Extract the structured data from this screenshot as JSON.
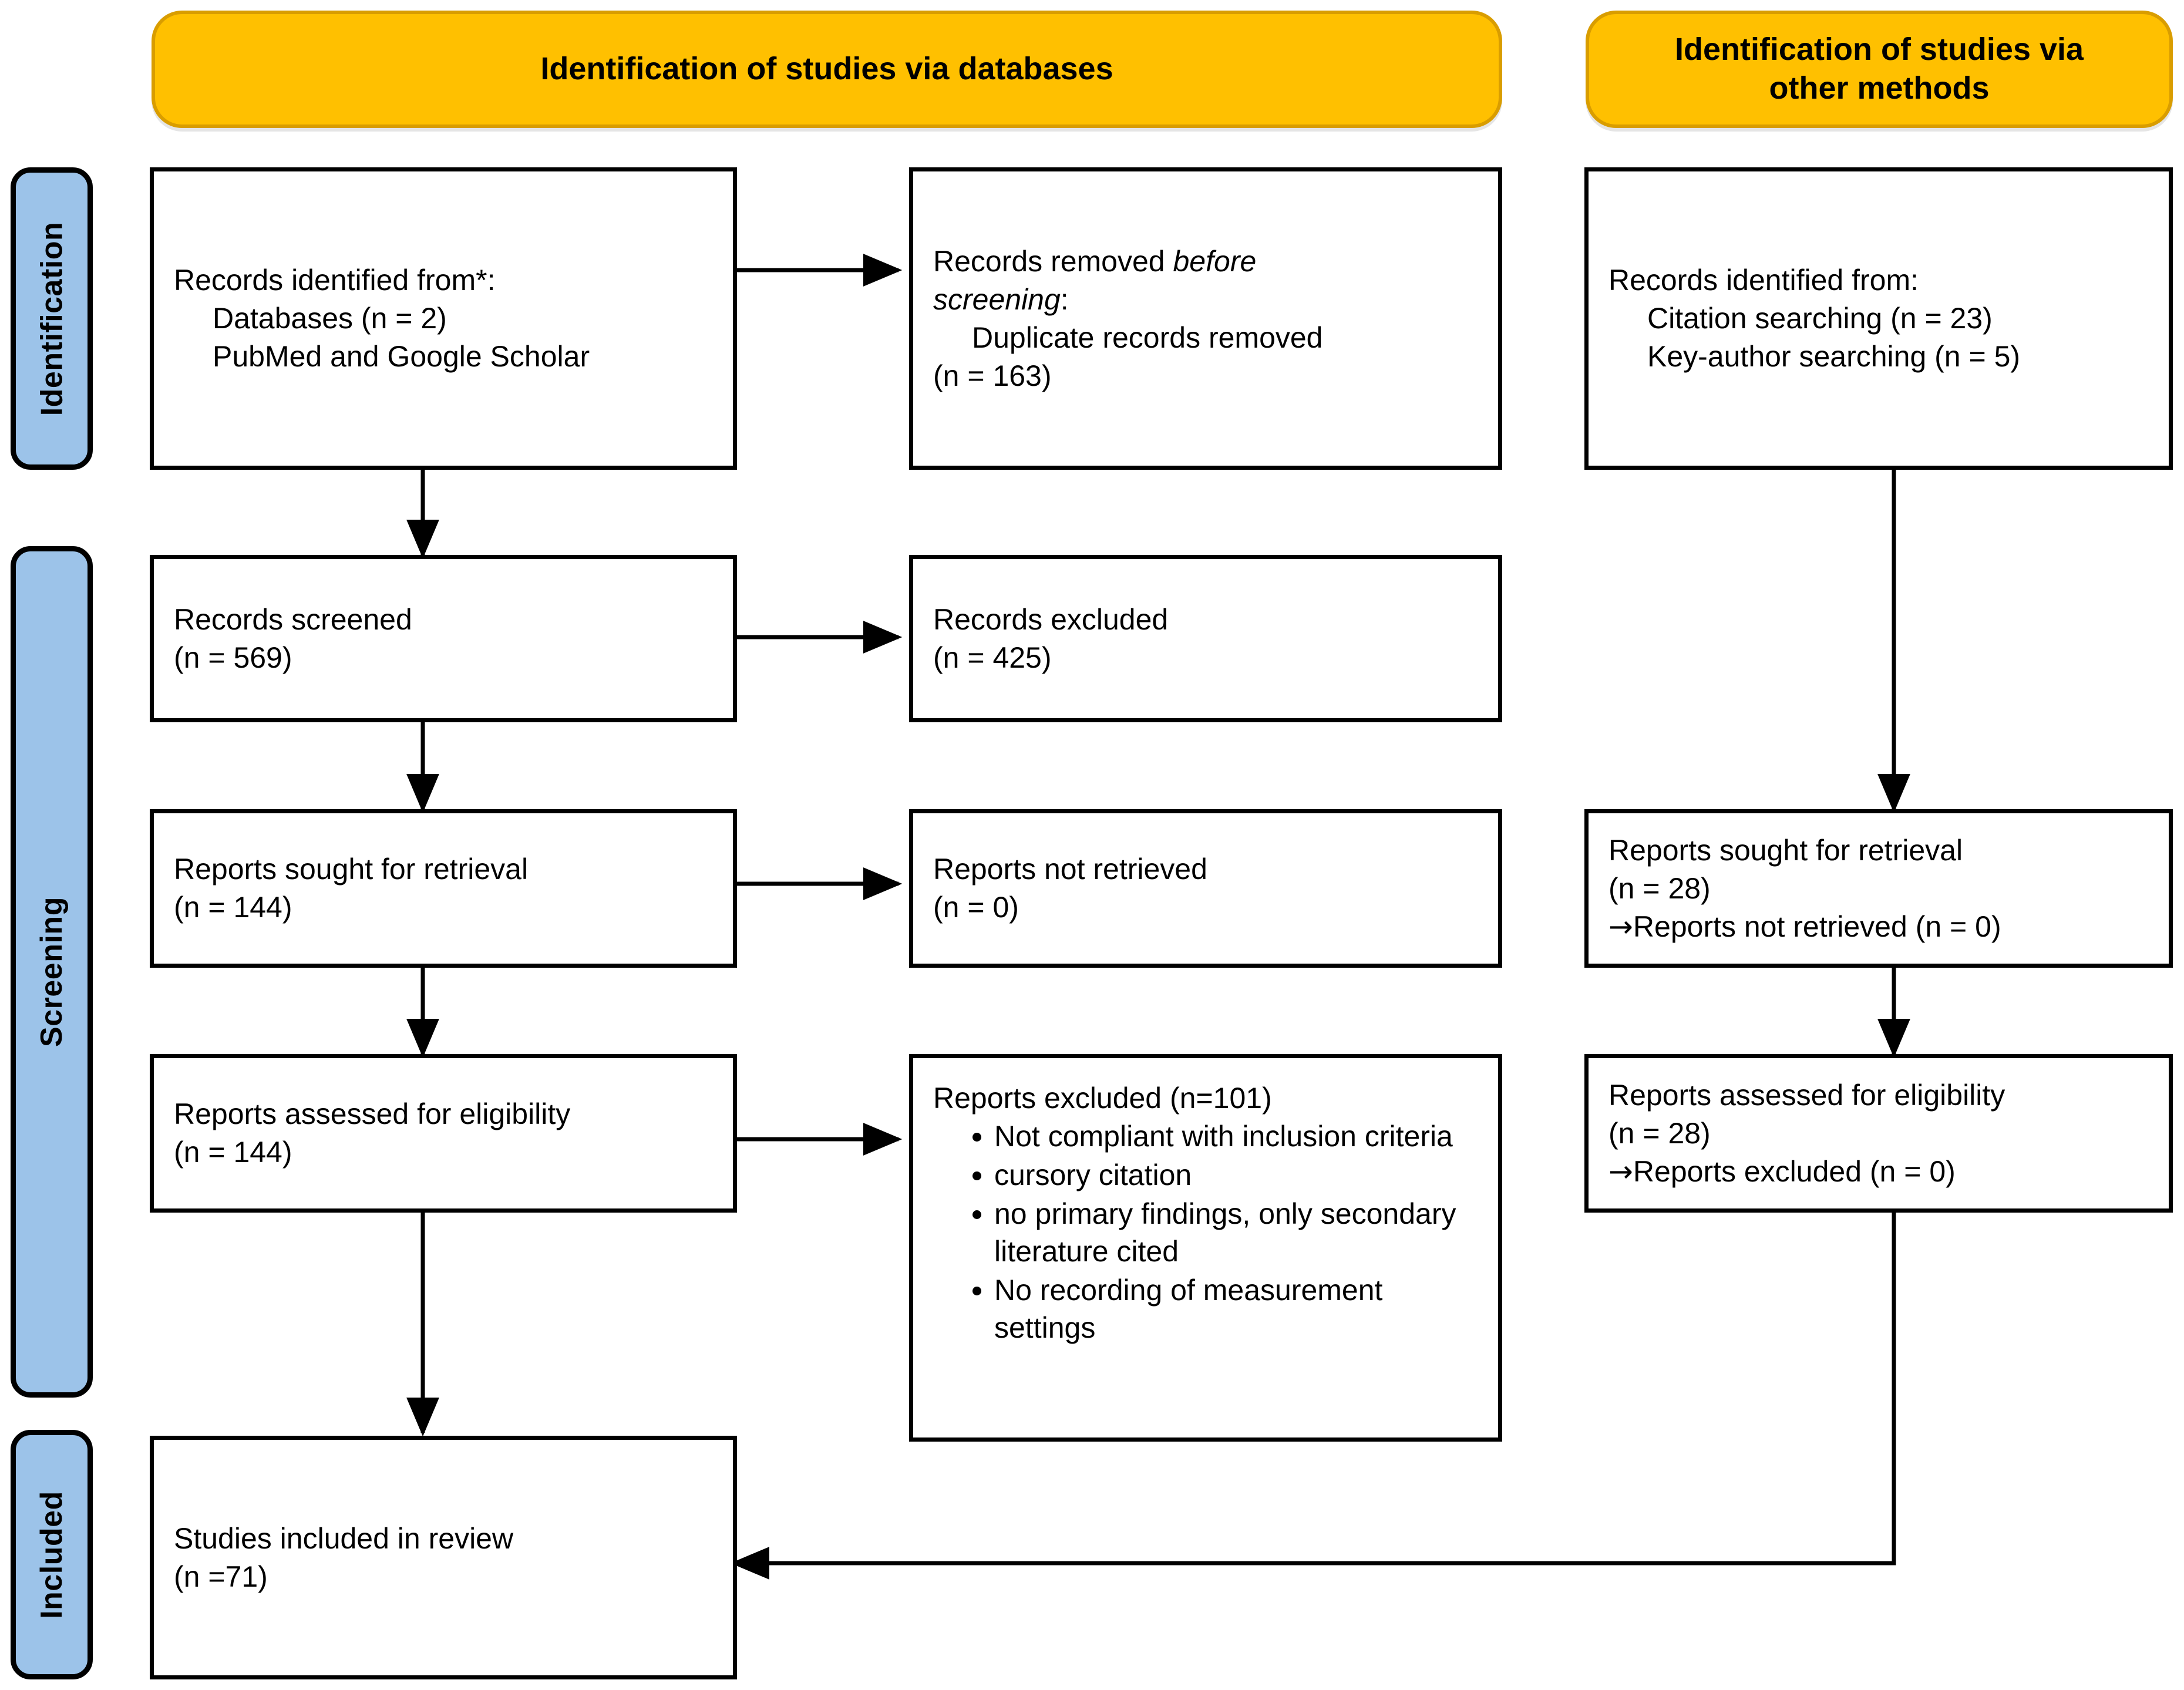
{
  "diagram": {
    "title": "PRISMA 2020 flow diagram",
    "colors": {
      "banner_fill": "#FFC000",
      "banner_stroke": "#D99D00",
      "stage_fill": "#9CC3E9",
      "box_stroke": "#000000",
      "text": "#000000",
      "background": "#FFFFFF"
    }
  },
  "banners": {
    "databases": "Identification of studies via databases",
    "other_methods": "Identification of studies via\nother methods"
  },
  "stages": [
    {
      "id": "identification",
      "label": "Identification"
    },
    {
      "id": "screening",
      "label": "Screening"
    },
    {
      "id": "included",
      "label": "Included"
    }
  ],
  "boxes": {
    "records_identified": {
      "line1": "Records identified from*:",
      "line2": "Databases (n = 2)",
      "line3": "PubMed and Google Scholar"
    },
    "records_removed": {
      "line1_pre": "Records removed ",
      "line1_italic": "before",
      "line2_italic": "screening",
      "line2_post": ":",
      "line3": "Duplicate records removed",
      "line4": "(n = 163)"
    },
    "records_screened": {
      "line1": "Records screened",
      "line2": "(n = 569)"
    },
    "records_excluded": {
      "line1": "Records excluded",
      "line2": "(n = 425)"
    },
    "reports_sought": {
      "line1": "Reports sought for retrieval",
      "line2": "(n = 144)"
    },
    "reports_not_retrieved": {
      "line1": "Reports not retrieved",
      "line2": "(n = 0)"
    },
    "reports_assessed": {
      "line1": "Reports assessed for eligibility",
      "line2": "(n = 144)"
    },
    "reports_excluded": {
      "heading": "Reports excluded (n=101)",
      "reasons": [
        "Not compliant with inclusion criteria",
        "cursory citation",
        "no primary findings, only secondary literature cited",
        "No recording of measurement settings"
      ]
    },
    "studies_included": {
      "line1": "Studies included in review",
      "line2": "(n =71)"
    },
    "other_records_identified": {
      "line1": "Records identified from:",
      "line2": "Citation searching (n = 23)",
      "line3": "Key-author searching (n = 5)"
    },
    "other_reports_sought": {
      "line1": "Reports sought for retrieval",
      "line2": "(n = 28)",
      "line3_arrow": "→",
      "line3": "Reports not retrieved (n = 0)"
    },
    "other_reports_assessed": {
      "line1": "Reports assessed for eligibility",
      "line2": "(n = 28)",
      "line3_arrow": "→",
      "line3": "Reports excluded (n = 0)"
    }
  },
  "flow_data": {
    "type": "flowchart",
    "columns": [
      "databases",
      "excluded-side",
      "other-methods"
    ],
    "counts": {
      "databases_searched": 2,
      "duplicates_removed": 163,
      "records_screened": 569,
      "records_excluded": 425,
      "reports_sought_db": 144,
      "reports_not_retrieved_db": 0,
      "reports_assessed_db": 144,
      "reports_excluded_db": 101,
      "citation_searching": 23,
      "key_author_searching": 5,
      "reports_sought_other": 28,
      "reports_not_retrieved_other": 0,
      "reports_assessed_other": 28,
      "reports_excluded_other": 0,
      "studies_included": 71
    }
  }
}
